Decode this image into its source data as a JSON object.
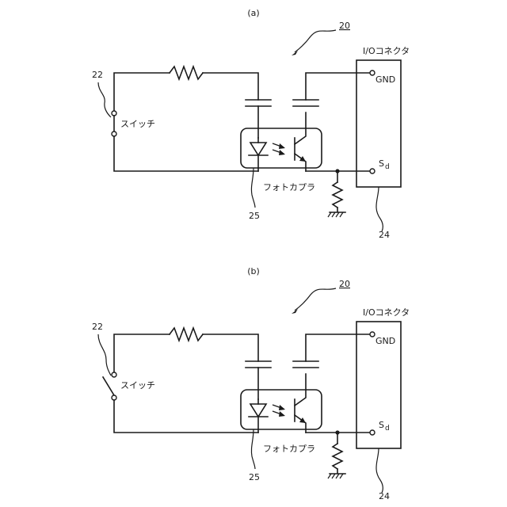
{
  "panels": [
    {
      "caption": "(a)",
      "system_ref": "20",
      "switch_ref": "22",
      "switch_label": "スイッチ",
      "switch_state": "closed",
      "optocoupler_ref": "25",
      "optocoupler_label": "フォトカプラ",
      "connector_ref": "24",
      "connector_label": "I/Oコネクタ",
      "pin_gnd": "GND",
      "pin_sd_main": "S",
      "pin_sd_sub": "d"
    },
    {
      "caption": "(b)",
      "system_ref": "20",
      "switch_ref": "22",
      "switch_label": "スイッチ",
      "switch_state": "open",
      "optocoupler_ref": "25",
      "optocoupler_label": "フォトカプラ",
      "connector_ref": "24",
      "connector_label": "I/Oコネクタ",
      "pin_gnd": "GND",
      "pin_sd_main": "S",
      "pin_sd_sub": "d"
    }
  ]
}
